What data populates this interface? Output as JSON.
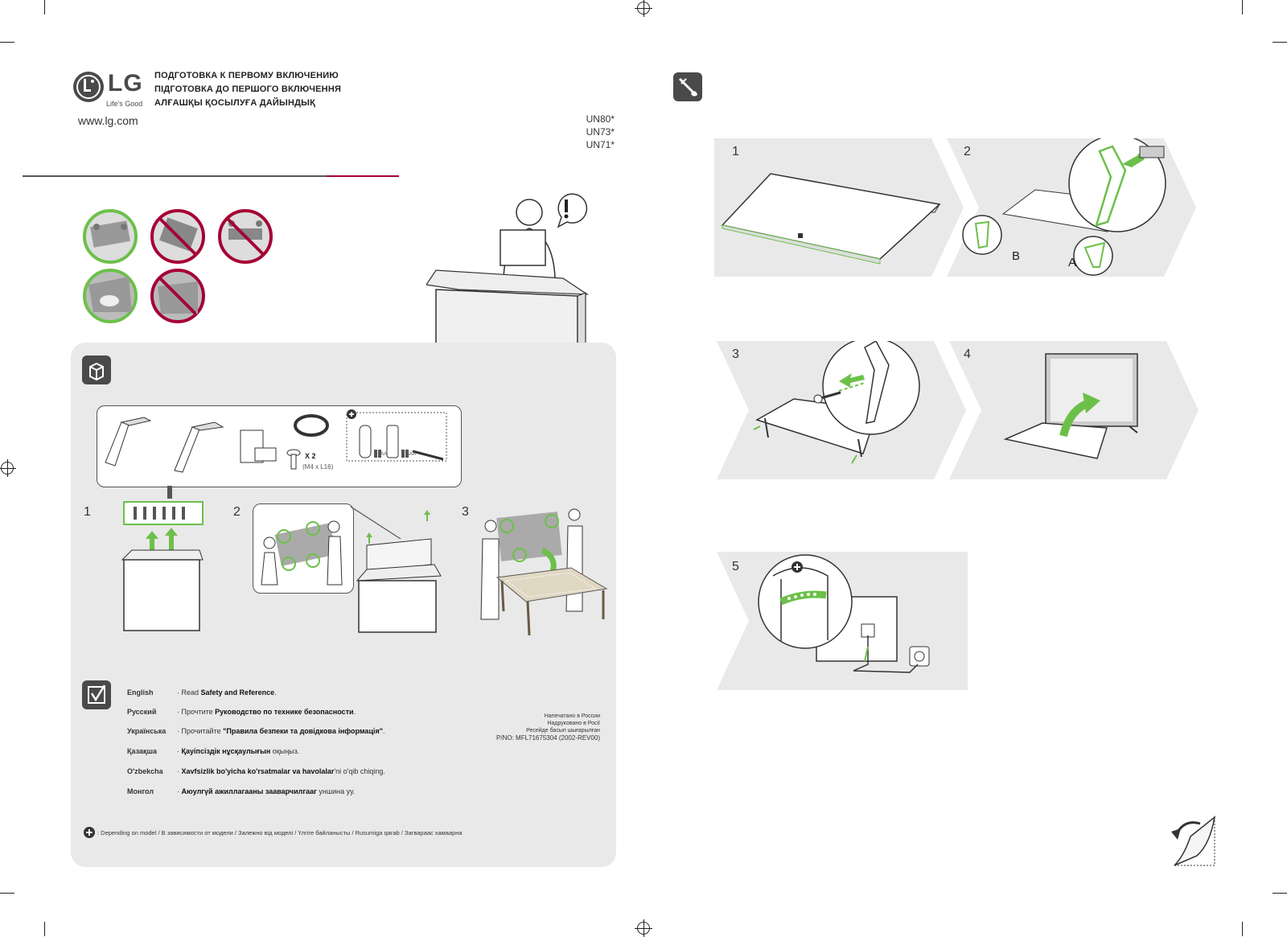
{
  "brand": {
    "logo_text": "LG",
    "tagline": "Life's Good",
    "website": "www.lg.com",
    "accent_color": "#a50034",
    "green_color": "#6cc04a"
  },
  "headline": {
    "ru": "ПОДГОТОВКА К ПЕРВОМУ ВКЛЮЧЕНИЮ",
    "uk": "ПІДГОТОВКА ДО ПЕРШОГО ВКЛЮЧЕННЯ",
    "kk": "АЛҒАШҚЫ ҚОСЫЛУҒА ДАЙЫНДЫҚ"
  },
  "models": [
    "UN80*",
    "UN73*",
    "UN71*"
  ],
  "accessories": {
    "screw_count": "X 2",
    "screw_spec": "(M4 x L16)",
    "battery_aa": "AA",
    "battery_aaa": "AAA"
  },
  "unpack_steps": [
    "1",
    "2",
    "3"
  ],
  "assembly_steps": [
    "1",
    "2",
    "3",
    "4",
    "5"
  ],
  "stand_labels": {
    "a": "A",
    "b": "B"
  },
  "safety": [
    {
      "lang": "English",
      "bullet": "·",
      "pre": "Read ",
      "bold": "Safety and Reference",
      "post": "."
    },
    {
      "lang": "Русский",
      "bullet": "·",
      "pre": "Прочтите ",
      "bold": "Руководство по технике безопасности",
      "post": "."
    },
    {
      "lang": "Українська",
      "bullet": "·",
      "pre": "Прочитайте ",
      "bold": "\"Правила безпеки та довідкова інформація\"",
      "post": "."
    },
    {
      "lang": "Қазақша",
      "bullet": "·",
      "pre": "",
      "bold": "Қауіпсіздік нұсқаулығын",
      "post": " оқыңыз."
    },
    {
      "lang": "O'zbekcha",
      "bullet": "·",
      "pre": "",
      "bold": "Xavfsizlik bo'yicha ko'rsatmalar va havolalar",
      "post": "'ni  o'qib chiqing."
    },
    {
      "lang": "Монгол",
      "bullet": "·",
      "pre": "",
      "bold": "Аюулгүй ажиллагааны зааварчилгааг",
      "post": " уншина уу."
    }
  ],
  "print_info": {
    "line1": "Напечатано в России",
    "line2": "Надруковано в Росії",
    "line3": "Ресейде басып шығарылған",
    "part_number": "P/NO: MFL71675304 (2002-REV00)"
  },
  "footnote": ": Depending on model / В зависимости от модели / Залежно від моделі / Үлгіге байланысты / Rusumiga qarab / Загвараас хамаарна",
  "icons": [
    "lg-logo",
    "box-icon",
    "checklist-icon",
    "tools-icon",
    "plus-icon",
    "page-turn-icon",
    "warning-icon"
  ]
}
